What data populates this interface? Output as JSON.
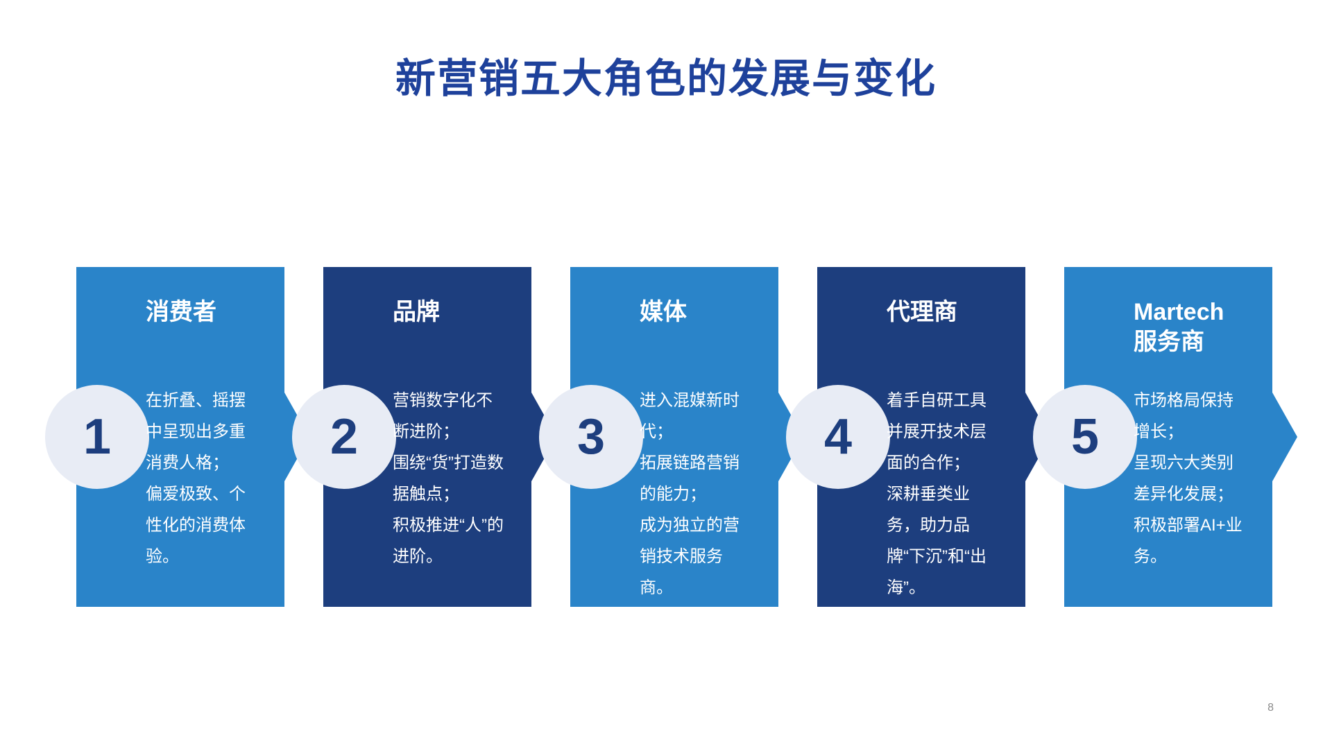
{
  "slide": {
    "title": "新营销五大角色的发展与变化",
    "page_number": "8"
  },
  "colors": {
    "title_color": "#1e419b",
    "card_light": "#2a84c9",
    "card_dark": "#1d3e7e",
    "badge_bg": "#e8ecf5",
    "badge_number": "#1d3e7e",
    "body_text": "#ffffff",
    "page_number": "#8a8a8a",
    "background": "#ffffff"
  },
  "cards": [
    {
      "number": "1",
      "theme": "light",
      "title": "消费者",
      "body": "在折叠、摇摆中呈现出多重消费人格；\n偏爱极致、个性化的消费体验。"
    },
    {
      "number": "2",
      "theme": "dark",
      "title": "品牌",
      "body": "营销数字化不断进阶；\n围绕“货”打造数据触点；\n积极推进“人”的进阶。"
    },
    {
      "number": "3",
      "theme": "light",
      "title": "媒体",
      "body": "进入混媒新时代；\n拓展链路营销的能力；\n成为独立的营销技术服务商。"
    },
    {
      "number": "4",
      "theme": "dark",
      "title": "代理商",
      "body": "着手自研工具并展开技术层面的合作；\n深耕垂类业务，助力品牌“下沉”和“出海”。"
    },
    {
      "number": "5",
      "theme": "light",
      "title": "Martech\n服务商",
      "body": "市场格局保持增长；\n呈现六大类别差异化发展；\n积极部署AI+业务。"
    }
  ]
}
